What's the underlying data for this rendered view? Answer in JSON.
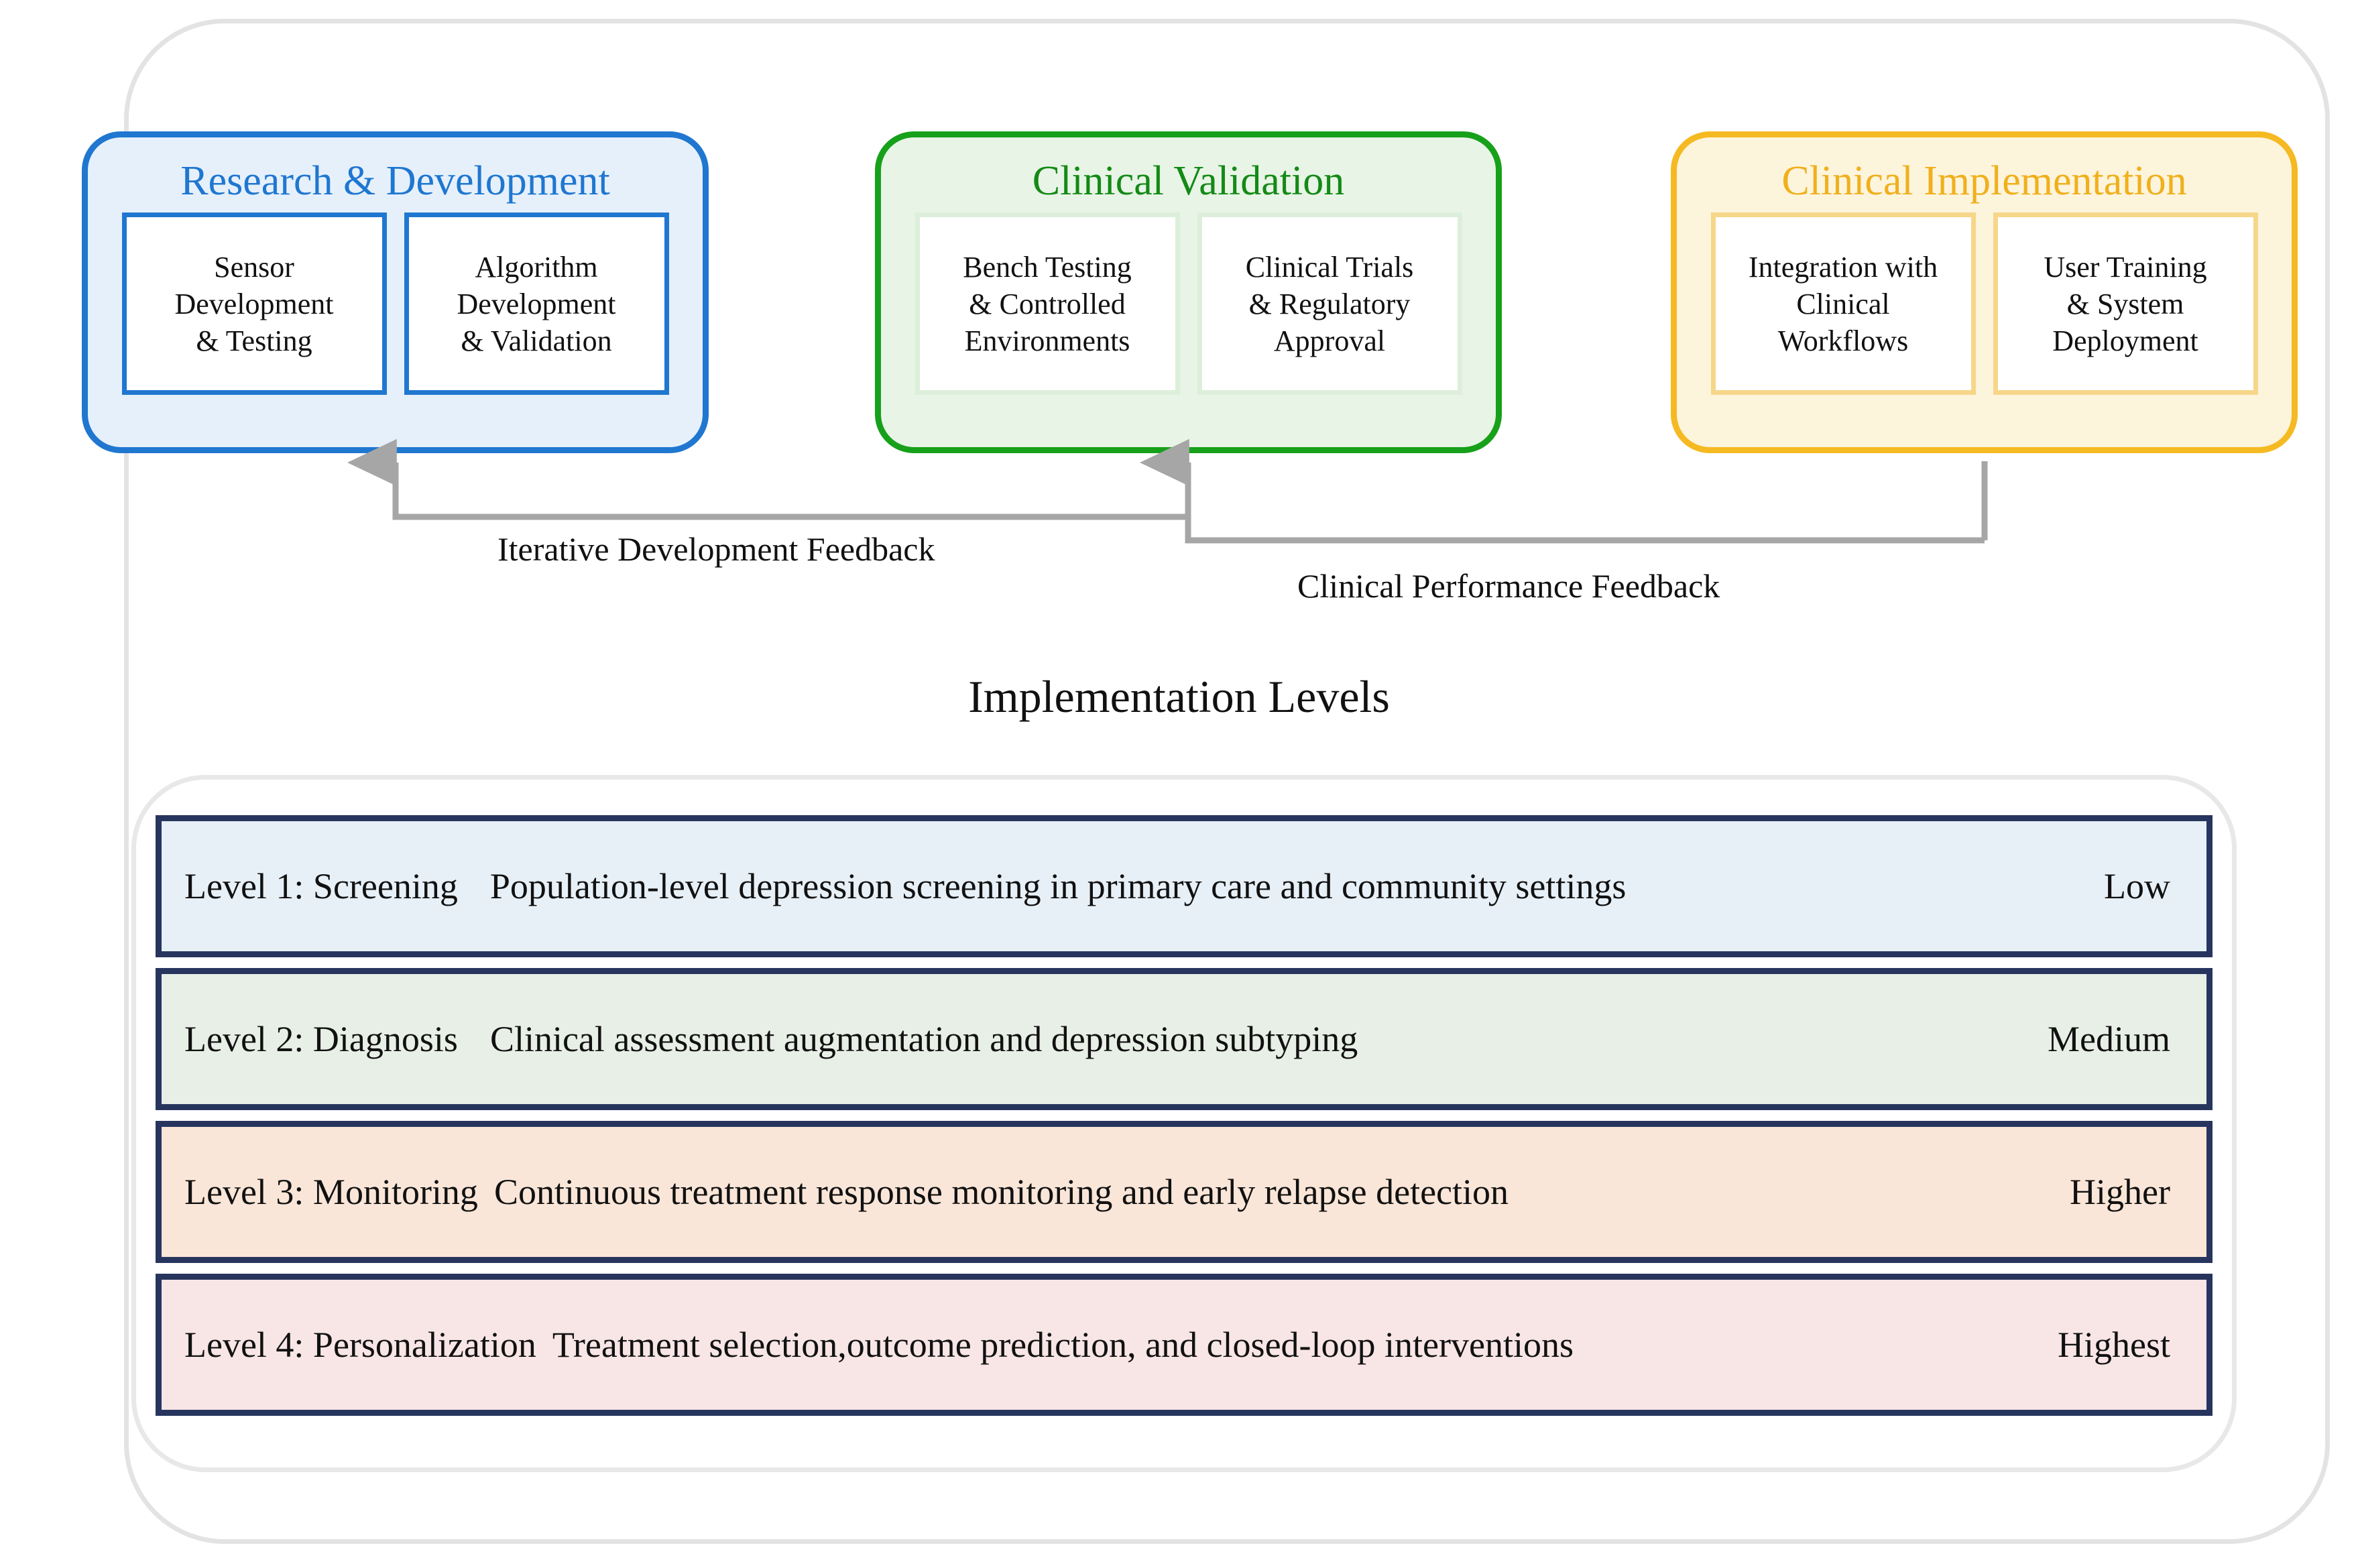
{
  "stages": [
    {
      "id": "rd",
      "title": "Research & Development",
      "accent": "#1f77d0",
      "fill": "#e6f0fb",
      "boxes": [
        "Sensor\nDevelopment\n& Testing",
        "Algorithm\nDevelopment\n& Validation"
      ]
    },
    {
      "id": "cv",
      "title": "Clinical Validation",
      "accent": "#17a01a",
      "fill": "#e8f4e6",
      "boxes": [
        "Bench Testing\n& Controlled\nEnvironments",
        "Clinical Trials\n& Regulatory\nApproval"
      ]
    },
    {
      "id": "ci",
      "title": "Clinical Implementation",
      "accent": "#f5b921",
      "fill": "#fdf4dc",
      "boxes": [
        "Integration with\nClinical\nWorkflows",
        "User Training\n& System\nDeployment"
      ]
    }
  ],
  "feedback": [
    {
      "id": "iterative",
      "label": "Iterative Development Feedback",
      "from": "Clinical Validation",
      "to": "Research & Development"
    },
    {
      "id": "clinical",
      "label": "Clinical Performance Feedback",
      "from": "Clinical Implementation",
      "to": "Clinical Validation"
    }
  ],
  "levels_section": {
    "heading": "Implementation Levels",
    "rows": [
      {
        "name": "Level 1: Screening",
        "description": "Population-level depression screening in primary care and community settings",
        "complexity": "Low",
        "fill": "#e7f0f7",
        "border": "#27355e"
      },
      {
        "name": "Level 2: Diagnosis",
        "description": "Clinical assessment augmentation and depression subtyping",
        "complexity": "Medium",
        "fill": "#e8efe6",
        "border": "#27355e"
      },
      {
        "name": "Level 3: Monitoring",
        "description": "Continuous treatment response monitoring and early relapse detection",
        "complexity": "Higher",
        "fill": "#fae6d8",
        "border": "#27355e"
      },
      {
        "name": "Level 4: Personalization",
        "description": "Treatment selection,outcome prediction, and closed-loop interventions",
        "complexity": "Highest",
        "fill": "#f8e5e6",
        "border": "#27355e"
      }
    ]
  }
}
